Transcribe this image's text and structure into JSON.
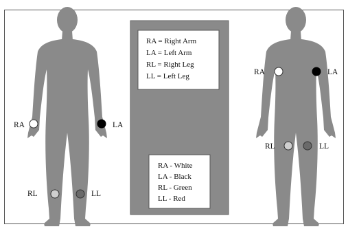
{
  "figure": {
    "left_body": {
      "ra_label": "RA",
      "la_label": "LA",
      "rl_label": "RL",
      "ll_label": "LL"
    },
    "right_body": {
      "ra_label": "RA",
      "la_label": "LA",
      "rl_label": "RL",
      "ll_label": "LL"
    },
    "abbreviations": [
      "RA = Right Arm",
      "LA = Left Arm",
      "RL = Right Leg",
      "LL = Left Leg"
    ],
    "color_codes": [
      "RA - White",
      "LA - Black",
      "RL - Green",
      "LL - Red"
    ]
  },
  "colors": {
    "silhouette": "#8a8a8a",
    "center_panel": "#8a8a8a",
    "frame": "#555555",
    "electrode_white": "#ffffff",
    "electrode_black": "#000000",
    "electrode_rl_fill": "#cfcfcf",
    "electrode_ll_fill": "#6a6a6a"
  }
}
